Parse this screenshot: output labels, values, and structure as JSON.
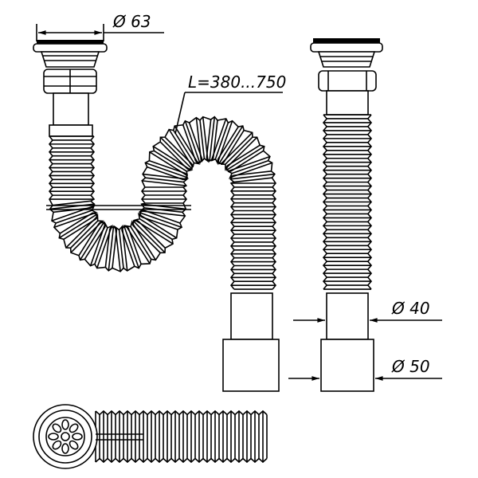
{
  "dimensions": {
    "top_diameter": "Ø 63",
    "length": "L=380...750",
    "diameter_small": "Ø 40",
    "diameter_large": "Ø 50"
  },
  "colors": {
    "line": "#000000",
    "background": "#ffffff"
  }
}
